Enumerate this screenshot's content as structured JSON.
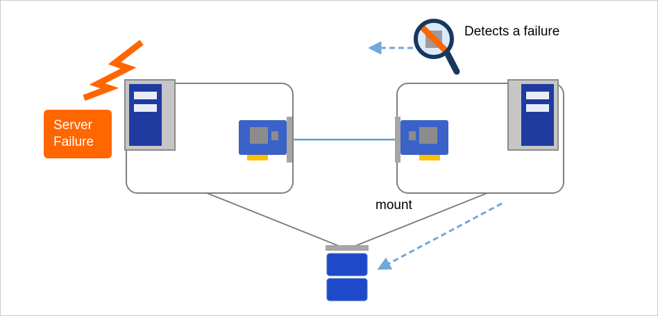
{
  "labels": {
    "server_failure_line1": "Server",
    "server_failure_line2": "Failure",
    "detects_failure": "Detects a failure",
    "mount": "mount"
  },
  "icons": {
    "failure_burst": "burst-icon",
    "magnifier": "failure-detect-magnifier-icon",
    "server_left": "server-tower-icon",
    "server_right": "server-tower-icon",
    "nic_left": "network-card-icon",
    "nic_right": "network-card-icon",
    "storage": "shared-disk-icon"
  },
  "colors": {
    "orange": "#ff6600",
    "navy": "#1f3ba0",
    "card-blue": "#3a62c8",
    "disk-blue": "#1e49c8",
    "light-blue": "#6fa8dc",
    "link-blue": "#5b9bd5",
    "yellow": "#ffc000",
    "glass-fill": "#dce9f9",
    "glass-ring": "#17375e",
    "text": "#000000"
  }
}
